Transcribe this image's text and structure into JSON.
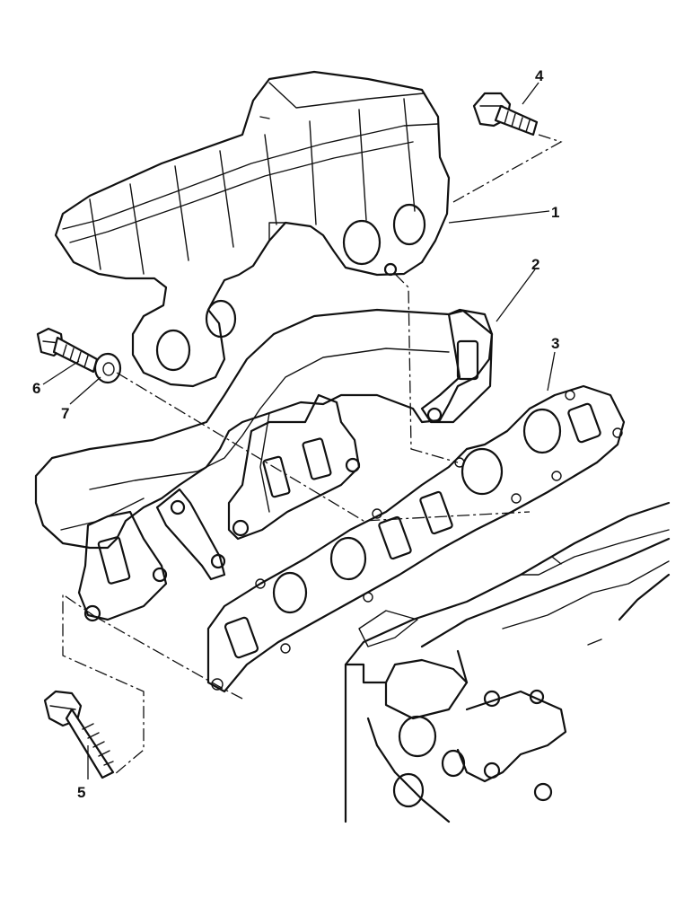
{
  "callouts": [
    {
      "id": "callout-1",
      "label": "1"
    },
    {
      "id": "callout-2",
      "label": "2"
    },
    {
      "id": "callout-3",
      "label": "3"
    },
    {
      "id": "callout-4",
      "label": "4"
    },
    {
      "id": "callout-5",
      "label": "5"
    },
    {
      "id": "callout-6",
      "label": "6"
    },
    {
      "id": "callout-7",
      "label": "7"
    }
  ],
  "colors": {
    "ink": "#111111",
    "background": "#ffffff"
  }
}
